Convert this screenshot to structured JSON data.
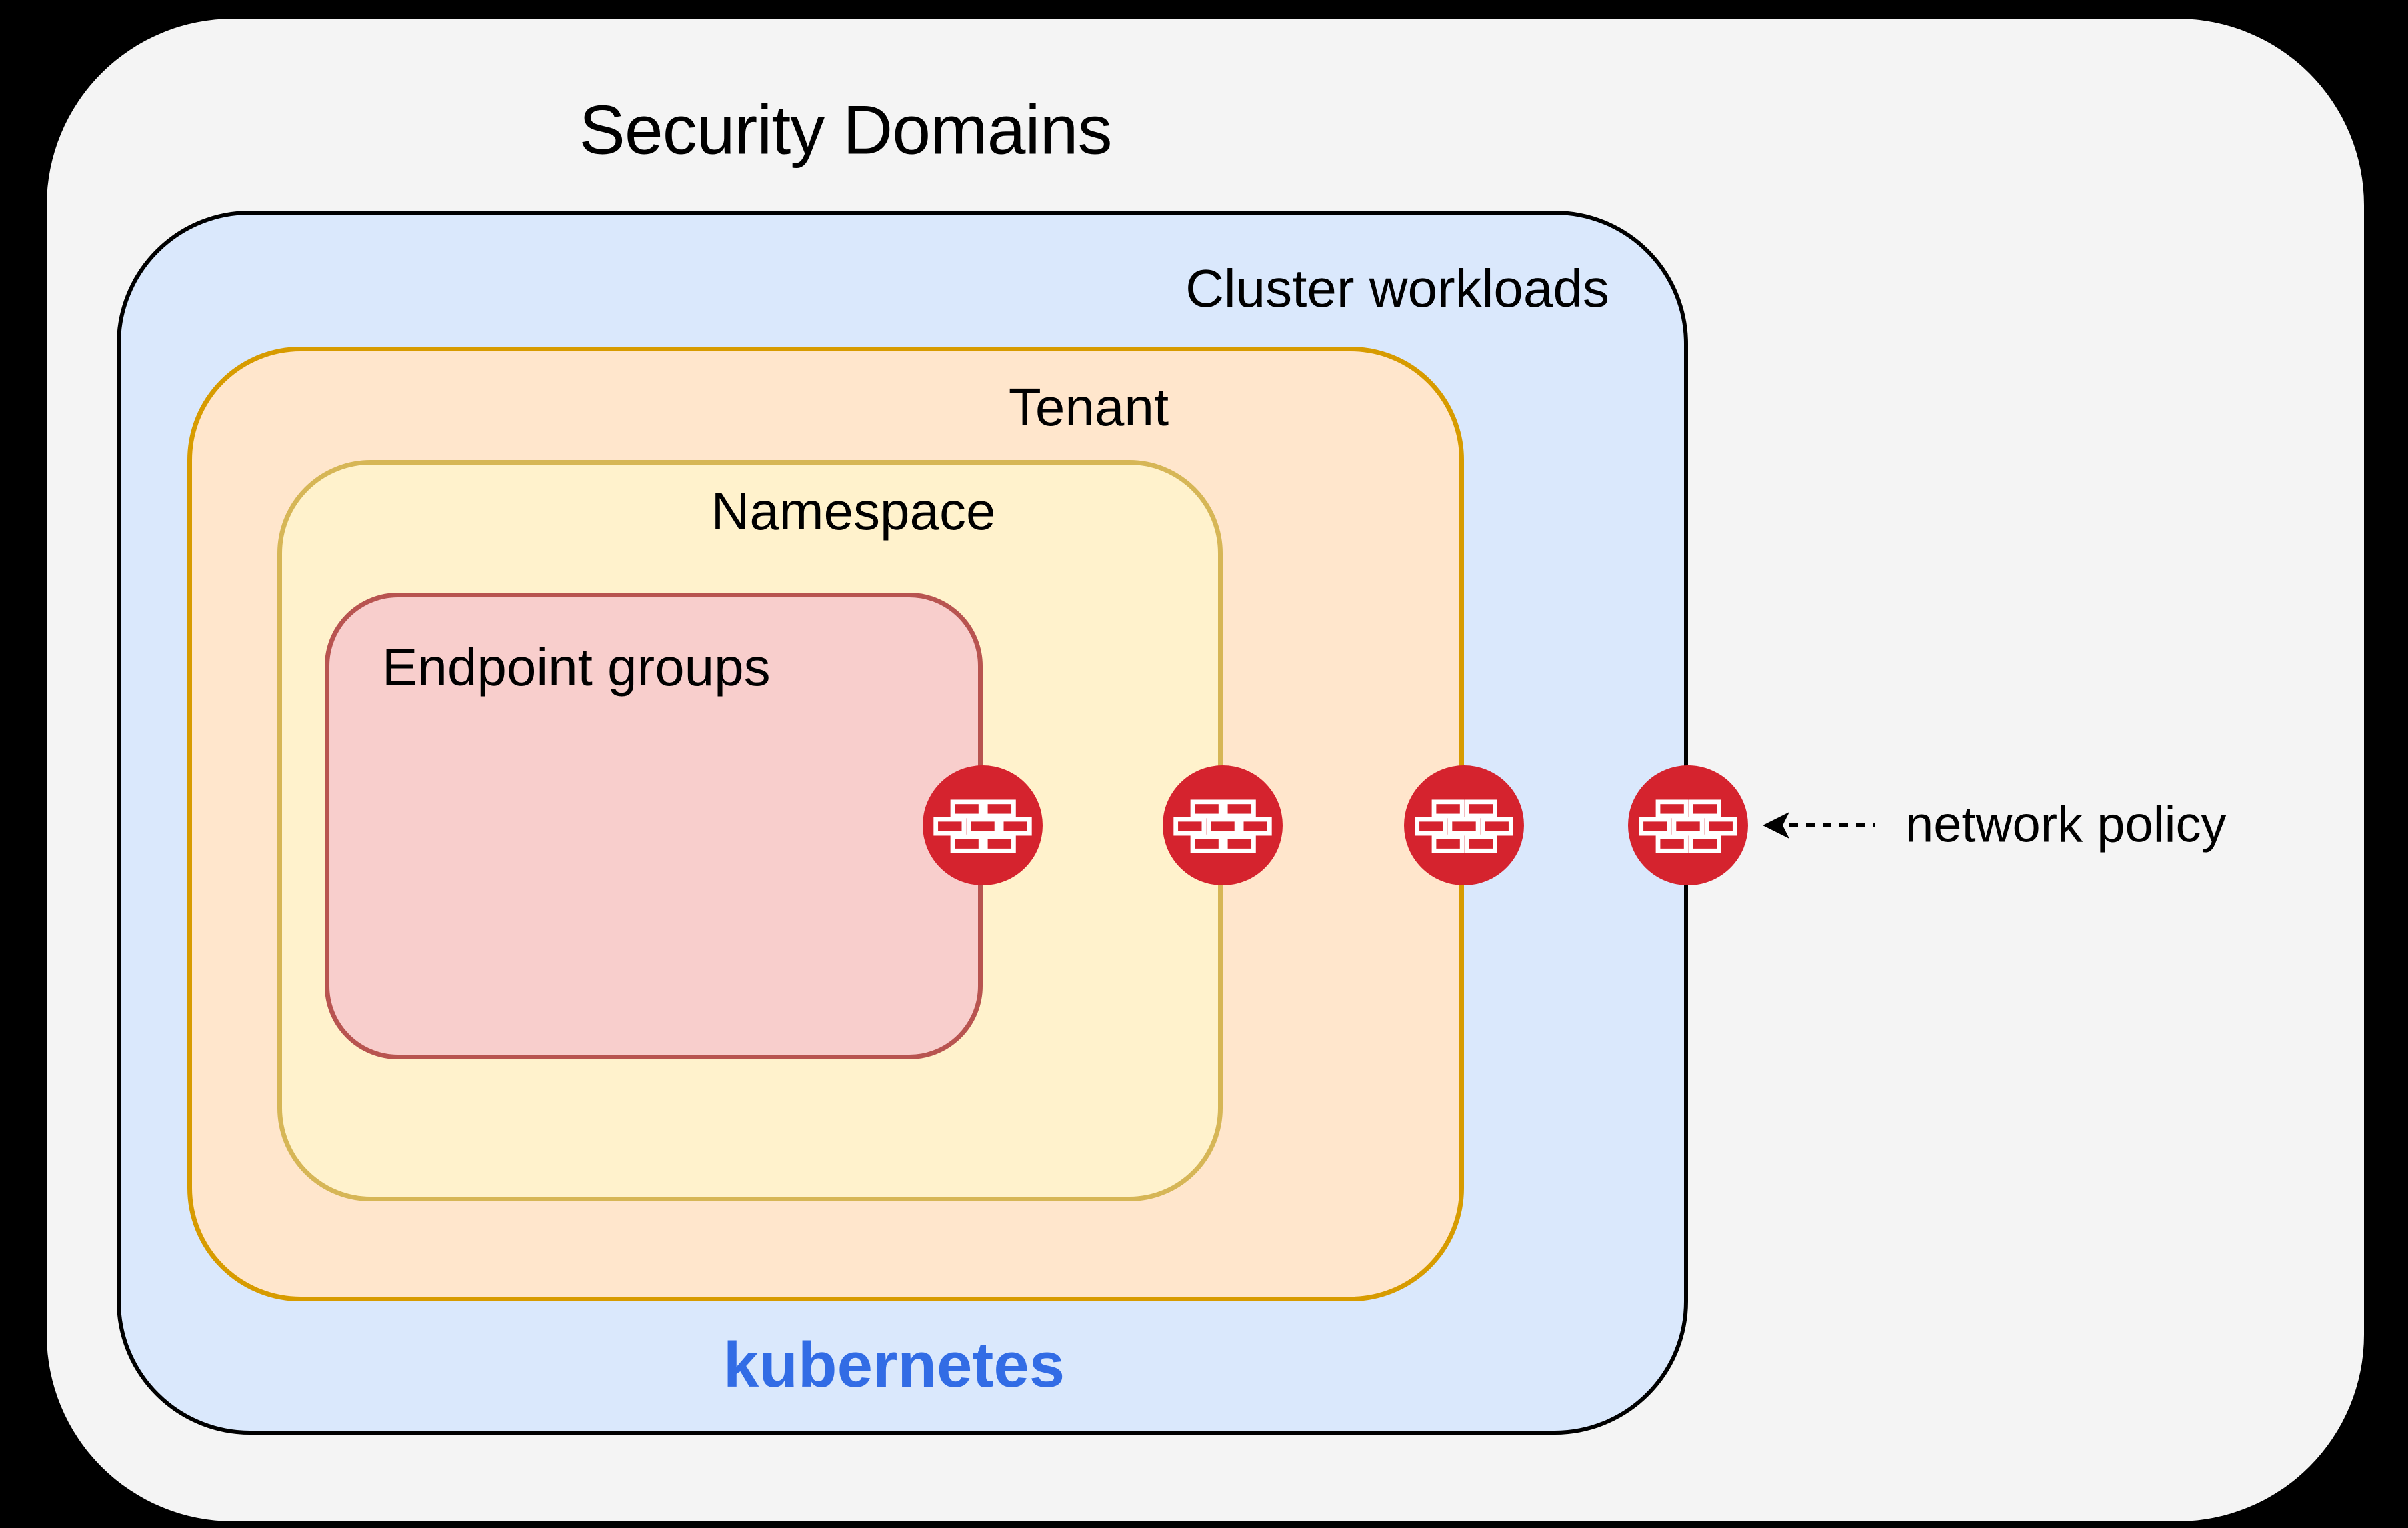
{
  "canvas": {
    "outer_background": "#000000",
    "card_background": "#f4f4f4"
  },
  "title": "Security Domains",
  "boxes": {
    "cluster": {
      "label": "Cluster workloads",
      "fill": "#dae8fc",
      "border": "#000000",
      "footer_label": "kubernetes",
      "footer_color": "#326ce5"
    },
    "tenant": {
      "label": "Tenant",
      "fill": "#ffe6cc",
      "border": "#d79b00"
    },
    "namespace": {
      "label": "Namespace",
      "fill": "#fff2cc",
      "border": "#d6b656"
    },
    "endpoint_groups": {
      "label": "Endpoint groups",
      "fill": "#f8cecc",
      "border": "#b85450"
    }
  },
  "firewalls": {
    "count": 4,
    "color": "#d5232e",
    "icon": "firewall-brick-wall-icon",
    "placements": [
      "endpoint-groups-boundary",
      "namespace-boundary",
      "tenant-boundary",
      "cluster-boundary"
    ]
  },
  "annotation": {
    "label": "network policy",
    "arrow_style": "dashed-left-arrow"
  }
}
